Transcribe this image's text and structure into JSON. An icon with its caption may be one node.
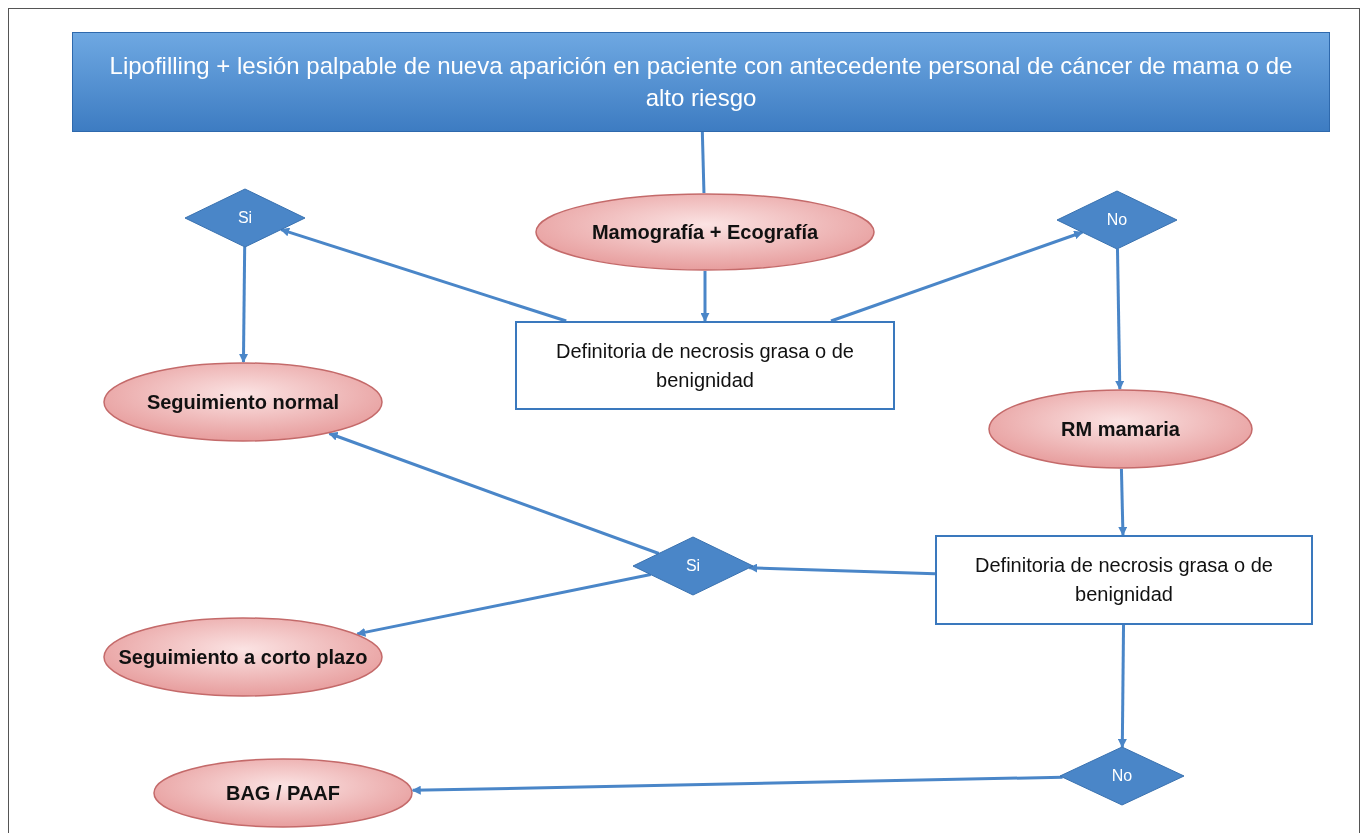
{
  "diagram": {
    "nodes": [
      {
        "text": [
          "Lipofilling + lesión palpable de nueva aparición en paciente con antecedente personal de cáncer de mama o de alto riesgo"
        ]
      },
      {
        "text": [
          "Si"
        ]
      },
      {
        "text": [
          "Mamografía + Ecografía"
        ]
      },
      {
        "text": [
          "No"
        ]
      },
      {
        "text": [
          "Definitoria de necrosis grasa o de benignidad"
        ]
      },
      {
        "text": [
          "Seguimiento normal"
        ]
      },
      {
        "text": [
          "RM mamaria"
        ]
      },
      {
        "text": [
          "Definitoria de necrosis grasa o de benignidad"
        ]
      },
      {
        "text": [
          "Si"
        ]
      },
      {
        "text": [
          "Seguimiento a corto plazo"
        ]
      },
      {
        "text": [
          "BAG / PAAF"
        ]
      },
      {
        "text": [
          "No"
        ]
      }
    ],
    "edges": [
      {
        "from": 0,
        "to": 2,
        "arrow": "none"
      },
      {
        "from": 2,
        "to": 4,
        "arrow": "to"
      },
      {
        "from": 4,
        "to": 1,
        "arrow": "to"
      },
      {
        "from": 4,
        "to": 3,
        "arrow": "to"
      },
      {
        "from": 1,
        "to": 5,
        "arrow": "to"
      },
      {
        "from": 3,
        "to": 6,
        "arrow": "to"
      },
      {
        "from": 6,
        "to": 7,
        "arrow": "to"
      },
      {
        "from": 7,
        "to": 8,
        "arrow": "to"
      },
      {
        "from": 8,
        "to": 5,
        "arrow": "to"
      },
      {
        "from": 8,
        "to": 9,
        "arrow": "to"
      },
      {
        "from": 7,
        "to": 11,
        "arrow": "to"
      },
      {
        "from": 11,
        "to": 10,
        "arrow": "to"
      }
    ]
  }
}
